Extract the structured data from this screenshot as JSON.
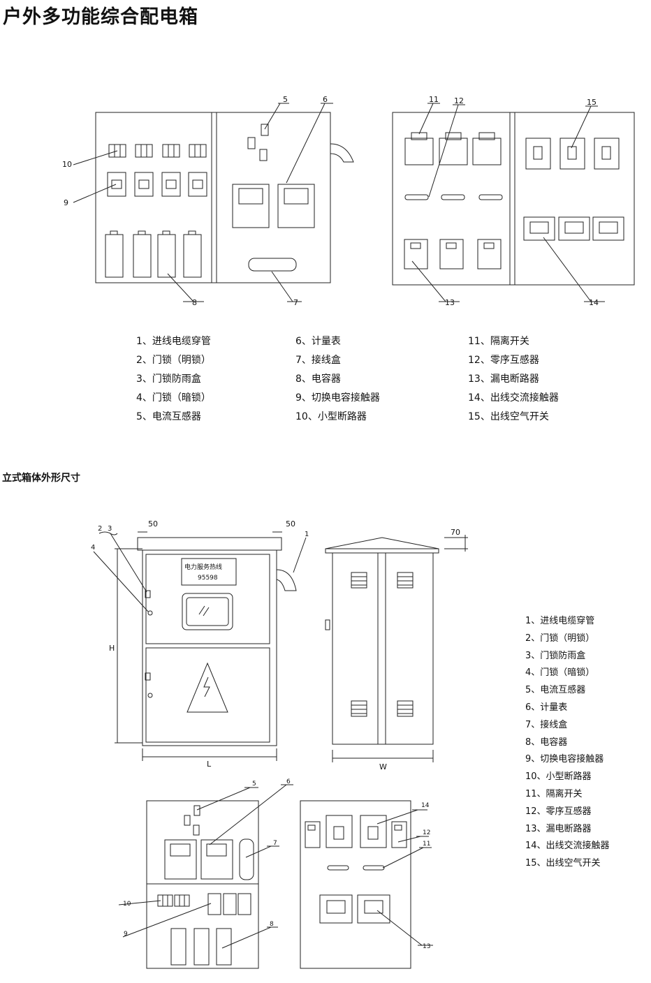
{
  "title": "户外多功能综合配电箱",
  "subtitle": "立式箱体外形尺寸",
  "callouts_top_left": [
    "10",
    "9",
    "8",
    "5",
    "6",
    "7"
  ],
  "callouts_top_right": [
    "11",
    "12",
    "15",
    "13",
    "14"
  ],
  "legend_col1": [
    "1、进线电缆穿管",
    "2、门锁（明锁）",
    "3、门锁防雨盒",
    "4、门锁（暗锁）",
    "5、电流互感器"
  ],
  "legend_col2": [
    "6、计量表",
    "7、接线盒",
    "8、电容器",
    "9、切换电容接触器",
    "10、小型断路器"
  ],
  "legend_col3": [
    "11、隔离开关",
    "12、零序互感器",
    "13、漏电断路器",
    "14、出线交流接触器",
    "15、出线空气开关"
  ],
  "front_view": {
    "dim_top_left": "50",
    "dim_top_right": "50",
    "label_h": "H",
    "label_l": "L",
    "callouts": [
      "2",
      "3",
      "4",
      "1"
    ],
    "sign_line1": "电力服务热线",
    "sign_line2": "95598"
  },
  "side_view": {
    "dim_top": "70",
    "label_w": "W"
  },
  "bottom_left_callouts": [
    "5",
    "6",
    "7",
    "10",
    "9",
    "8"
  ],
  "bottom_right_callouts": [
    "14",
    "12",
    "11",
    "13"
  ],
  "legend_bottom": [
    "1、进线电缆穿管",
    "2、门锁（明锁）",
    "3、门锁防雨盒",
    "4、门锁（暗锁）",
    "5、电流互感器",
    "6、计量表",
    "7、接线盒",
    "8、电容器",
    "9、切换电容接触器",
    "10、小型断路器",
    "11、隔离开关",
    "12、零序互感器",
    "13、漏电断路器",
    "14、出线交流接触器",
    "15、出线空气开关"
  ]
}
